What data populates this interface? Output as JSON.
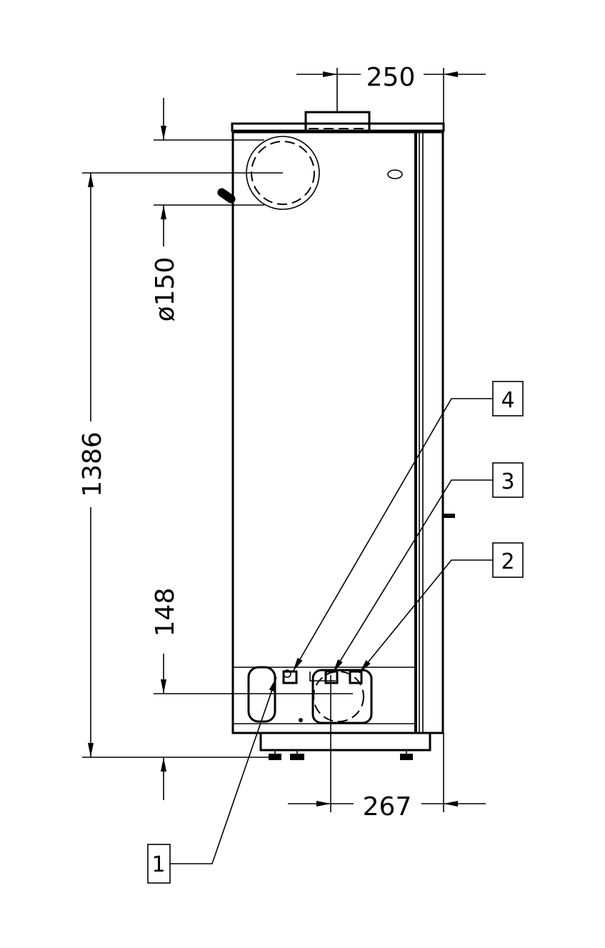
{
  "drawing": {
    "dimensions": {
      "top_width": "250",
      "flue_diameter": "ø150",
      "overall_height": "1386",
      "connection_height": "148",
      "connection_depth": "267"
    },
    "balloons": [
      "1",
      "2",
      "3",
      "4"
    ]
  }
}
